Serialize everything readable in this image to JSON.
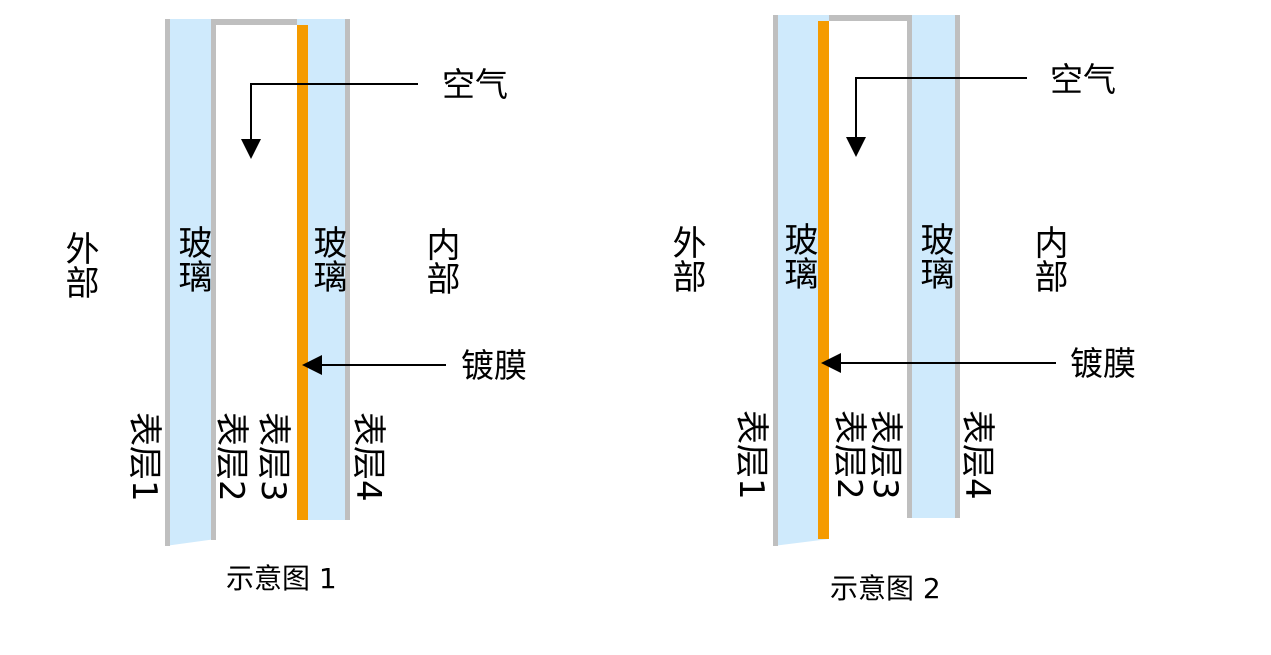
{
  "colors": {
    "glass_fill": "#cfeafc",
    "frame": "#bfbfbf",
    "coating": "#f59b00",
    "line": "#000000",
    "text": "#000000"
  },
  "diagrams": [
    {
      "caption": "示意图 1",
      "outside": "外部",
      "inside": "内部",
      "glass_left": "玻璃",
      "glass_right": "玻璃",
      "air": "空气",
      "coating": "镀膜",
      "surfaces": [
        "表层1",
        "表层2",
        "表层3",
        "表层4"
      ]
    },
    {
      "caption": "示意图 2",
      "outside": "外部",
      "inside": "内部",
      "glass_left": "玻璃",
      "glass_right": "玻璃",
      "air": "空气",
      "coating": "镀膜",
      "surfaces": [
        "表层1",
        "表层2",
        "表层3",
        "表层4"
      ]
    }
  ]
}
